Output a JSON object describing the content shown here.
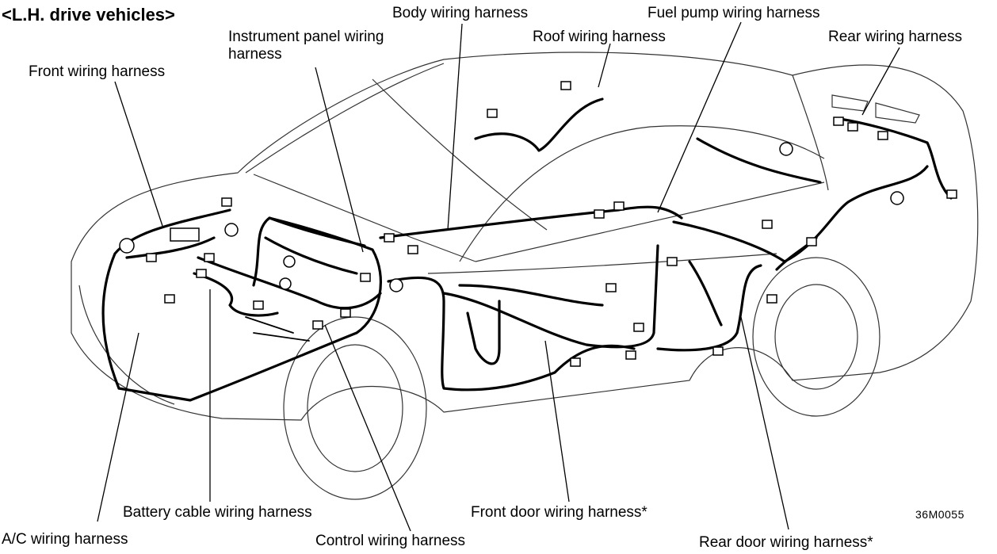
{
  "title": "<L.H. drive vehicles>",
  "figure_code": "36M0055",
  "labels": {
    "front": "Front wiring harness",
    "instrument_line1": "Instrument  panel  wiring",
    "instrument_line2": "harness",
    "body": "Body wiring harness",
    "roof": "Roof wiring harness",
    "fuel_pump": "Fuel pump wiring harness",
    "rear": "Rear wiring harness",
    "battery": "Battery cable wiring harness",
    "ac": "A/C wiring harness",
    "control": "Control wiring harness",
    "front_door": "Front door wiring harness*",
    "rear_door": "Rear door wiring harness*"
  }
}
